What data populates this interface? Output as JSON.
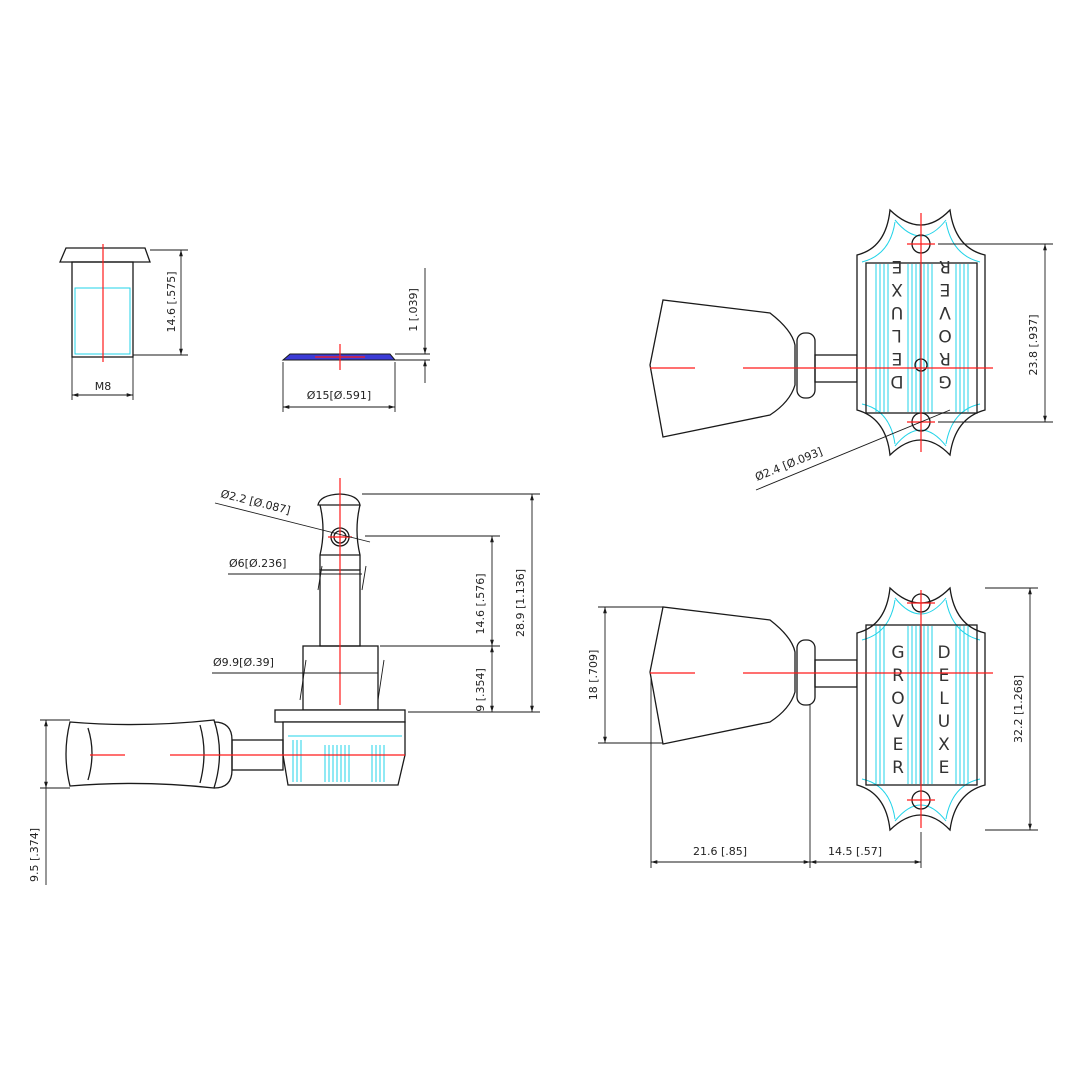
{
  "nut": {
    "height_dim": "14.6 [.575]",
    "thread_dim": "M8"
  },
  "washer": {
    "thickness_dim": "1 [.039]",
    "diameter_dim": "Ø15[Ø.591]"
  },
  "side_view": {
    "hole_dim": "Ø2.2 [Ø.087]",
    "post_dim": "Ø6[Ø.236]",
    "post_height_dim": "14.6 [.576]",
    "total_height_dim": "28.9 [1.136]",
    "bushing_dim": "Ø9.9[Ø.39]",
    "bushing_height_dim": "9 [.354]",
    "button_dim": "9.5 [.374]"
  },
  "top_view": {
    "hole_spacing_dim": "23.8 [.937]",
    "screw_hole_dim": "Ø2.4 [Ø.093]"
  },
  "front_view": {
    "button_height_dim": "18 [.709]",
    "plate_height_dim": "32.2 [1.268]",
    "button_length_dim": "21.6 [.85]",
    "shaft_length_dim": "14.5 [.57]"
  },
  "brand": {
    "left_word": [
      "G",
      "R",
      "O",
      "V",
      "E",
      "R"
    ],
    "right_word": [
      "D",
      "E",
      "L",
      "U",
      "X",
      "E"
    ]
  }
}
